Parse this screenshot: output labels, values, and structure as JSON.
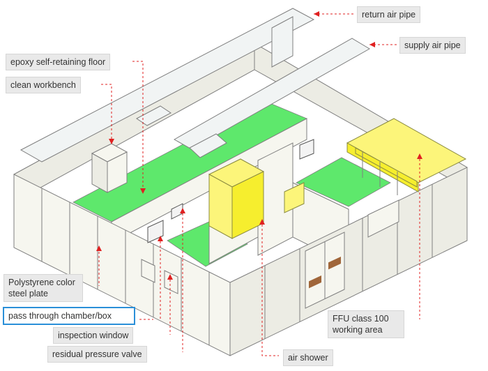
{
  "labels": {
    "return_air_pipe": "return air pipe",
    "supply_air_pipe": "supply air pipe",
    "epoxy_floor": "epoxy self-retaining floor",
    "clean_workbench": "clean workbench",
    "polystyrene_plate": "Polystyrene color steel plate",
    "pass_through": "pass through chamber/box",
    "inspection_window": "inspection window",
    "residual_pressure_valve": "residual pressure valve",
    "air_shower": "air shower",
    "ffu_area": "FFU class 100 working area"
  },
  "colors": {
    "leader": "#e02020",
    "clean_floor": "#5ee86c",
    "ffu_yellow": "#f6ee2e",
    "highlight_border": "#2a8fd8",
    "label_bg": "#e9e9e9"
  }
}
